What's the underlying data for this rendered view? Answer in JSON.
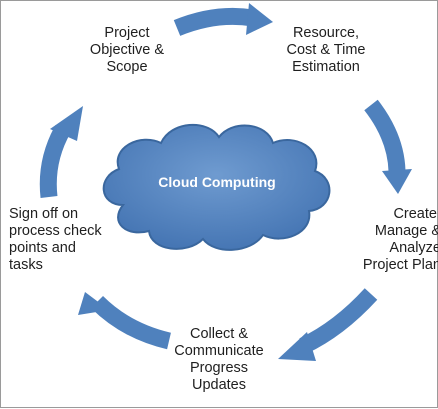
{
  "diagram": {
    "center": {
      "label": "Cloud Computing",
      "fill_color": "#4f81bd",
      "stroke_color": "#3a679e"
    },
    "arrow_color": "#4f81bd",
    "steps": [
      {
        "label": "Project\nObjective &\nScope"
      },
      {
        "label": "Resource,\nCost & Time\nEstimation"
      },
      {
        "label": "Create,\nManage &\nAnalyze\nProject Plan"
      },
      {
        "label": "Collect &\nCommunicate\nProgress\nUpdates"
      },
      {
        "label": "Sign off on\nprocess check\npoints and\ntasks"
      }
    ]
  }
}
